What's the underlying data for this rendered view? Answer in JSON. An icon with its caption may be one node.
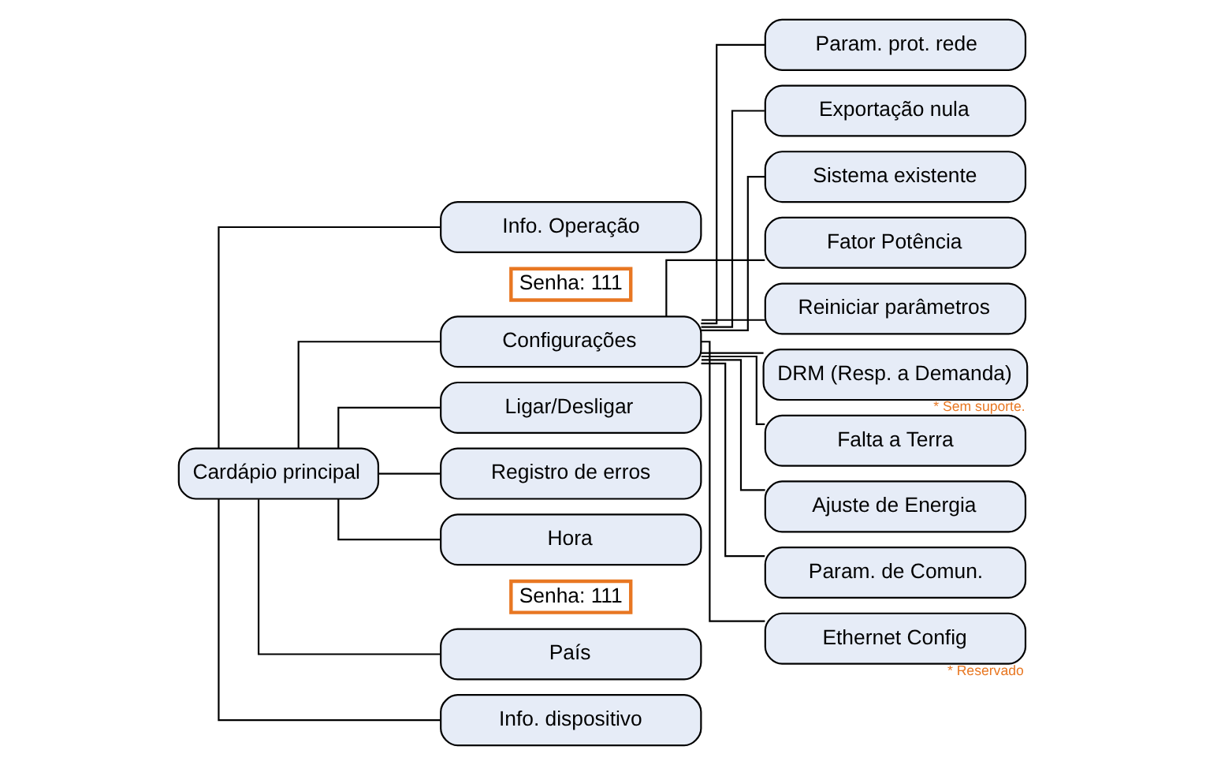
{
  "diagram": {
    "nodes": [
      {
        "text": [
          "Cardápio principal"
        ]
      },
      {
        "text": [
          "Info. Operação"
        ]
      },
      {
        "text": [
          "Configurações"
        ],
        "beside": [
          "Senha: 111"
        ]
      },
      {
        "text": [
          "Ligar/Desligar"
        ]
      },
      {
        "text": [
          "Registro de erros"
        ]
      },
      {
        "text": [
          "Hora"
        ]
      },
      {
        "text": [
          "País"
        ],
        "beside": [
          "Senha: 111"
        ]
      },
      {
        "text": [
          "Info. dispositivo"
        ]
      },
      {
        "text": [
          "Param. prot. rede"
        ]
      },
      {
        "text": [
          "Exportação nula"
        ]
      },
      {
        "text": [
          "Sistema existente"
        ]
      },
      {
        "text": [
          "Fator Potência"
        ]
      },
      {
        "text": [
          "Reiniciar parâmetros"
        ]
      },
      {
        "text": [
          "DRM (Resp. a Demanda)"
        ],
        "beside": [
          "* Sem suporte."
        ]
      },
      {
        "text": [
          "Falta a Terra"
        ]
      },
      {
        "text": [
          "Ajuste de Energia"
        ]
      },
      {
        "text": [
          "Param. de Comun."
        ]
      },
      {
        "text": [
          "Ethernet Config"
        ],
        "beside": [
          "* Reservado"
        ]
      }
    ],
    "edges": [
      {
        "from": 0,
        "to": 1,
        "arrow": "none"
      },
      {
        "from": 0,
        "to": 2,
        "arrow": "none"
      },
      {
        "from": 0,
        "to": 3,
        "arrow": "none"
      },
      {
        "from": 0,
        "to": 4,
        "arrow": "none"
      },
      {
        "from": 0,
        "to": 5,
        "arrow": "none"
      },
      {
        "from": 0,
        "to": 6,
        "arrow": "none"
      },
      {
        "from": 0,
        "to": 7,
        "arrow": "none"
      },
      {
        "from": 2,
        "to": 8,
        "arrow": "none"
      },
      {
        "from": 2,
        "to": 9,
        "arrow": "none"
      },
      {
        "from": 2,
        "to": 10,
        "arrow": "none"
      },
      {
        "from": 2,
        "to": 11,
        "arrow": "none"
      },
      {
        "from": 2,
        "to": 12,
        "arrow": "none"
      },
      {
        "from": 2,
        "to": 13,
        "arrow": "none"
      },
      {
        "from": 2,
        "to": 14,
        "arrow": "none"
      },
      {
        "from": 2,
        "to": 15,
        "arrow": "none"
      },
      {
        "from": 2,
        "to": 16,
        "arrow": "none"
      },
      {
        "from": 2,
        "to": 17,
        "arrow": "none"
      }
    ]
  }
}
